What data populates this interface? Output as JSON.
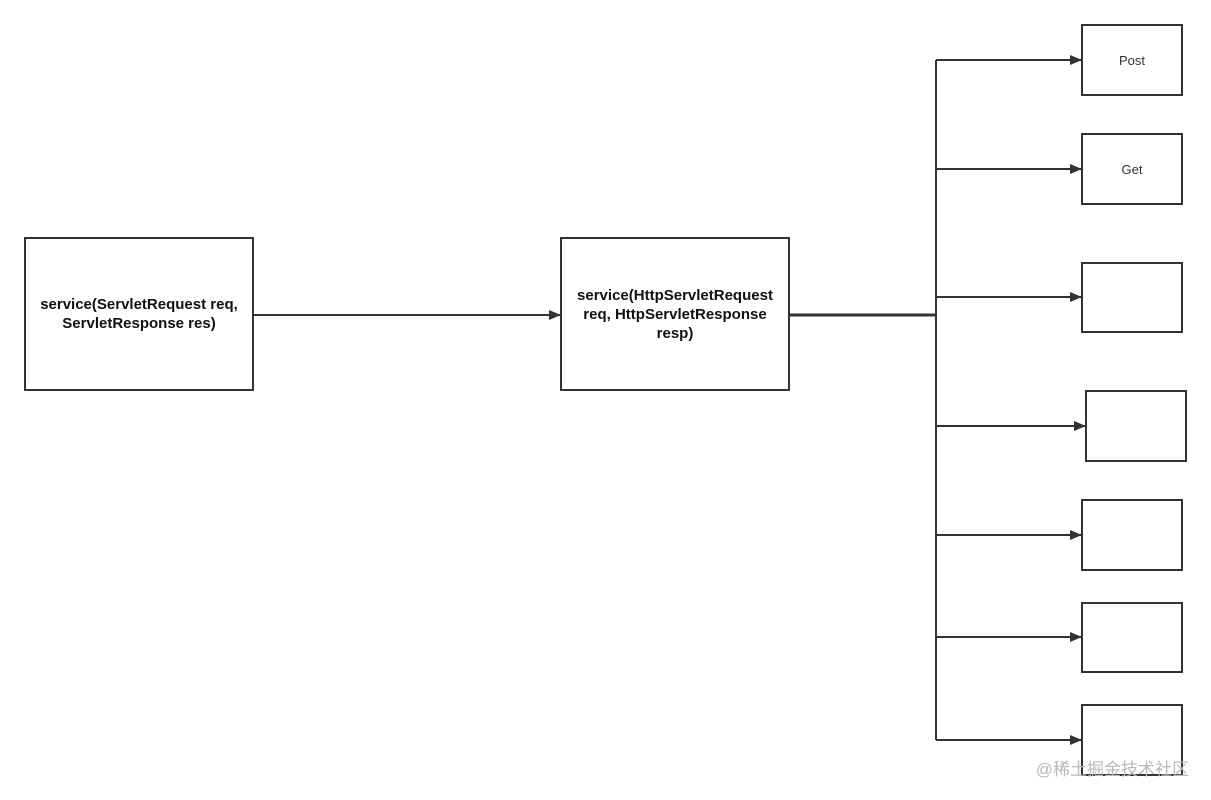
{
  "diagram": {
    "source_node": {
      "label": "service(ServletRequest req, ServletResponse res)"
    },
    "dispatcher_node": {
      "label": "service(HttpServletRequest req, HttpServletResponse resp)"
    },
    "method_nodes": [
      {
        "label": "Post"
      },
      {
        "label": "Get"
      },
      {
        "label": ""
      },
      {
        "label": ""
      },
      {
        "label": ""
      },
      {
        "label": ""
      },
      {
        "label": ""
      }
    ]
  },
  "watermark": {
    "text": "@稀土掘金技术社区"
  },
  "colors": {
    "line": "#333333",
    "box_border": "#333333",
    "watermark": "#b8b8b8"
  }
}
